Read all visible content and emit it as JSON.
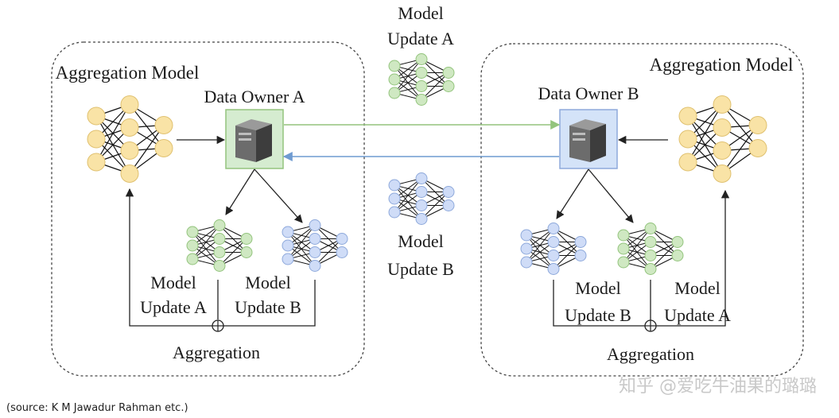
{
  "diagram": {
    "left_panel": {
      "aggregation_model_label": "Aggregation Model",
      "data_owner_label": "Data Owner A",
      "update_a_label": [
        "Model",
        "Update A"
      ],
      "update_b_label": [
        "Model",
        "Update B"
      ],
      "aggregation_label": "Aggregation"
    },
    "right_panel": {
      "aggregation_model_label": "Aggregation Model",
      "data_owner_label": "Data Owner B",
      "update_b_label": [
        "Model",
        "Update B"
      ],
      "update_a_label": [
        "Model",
        "Update A"
      ],
      "aggregation_label": "Aggregation"
    },
    "center": {
      "update_a_label": [
        "Model",
        "Update A"
      ],
      "update_b_label": [
        "Model",
        "Update B"
      ]
    },
    "colors": {
      "aggregation_model": "#f9e3a6",
      "aggregation_model_stroke": "#e0c170",
      "model_a": "#cfe8c2",
      "model_a_stroke": "#93c47d",
      "model_b": "#cfdcf7",
      "model_b_stroke": "#8ea9db",
      "owner_a_box": "#d5ecd0",
      "owner_b_box": "#d4e3f8",
      "arrow_a": "#93c47d",
      "arrow_b": "#6f9bd1"
    }
  },
  "footer": {
    "source": "(source: K M Jawadur Rahman etc.)",
    "watermark": "知乎 @爱吃牛油果的璐璐"
  }
}
